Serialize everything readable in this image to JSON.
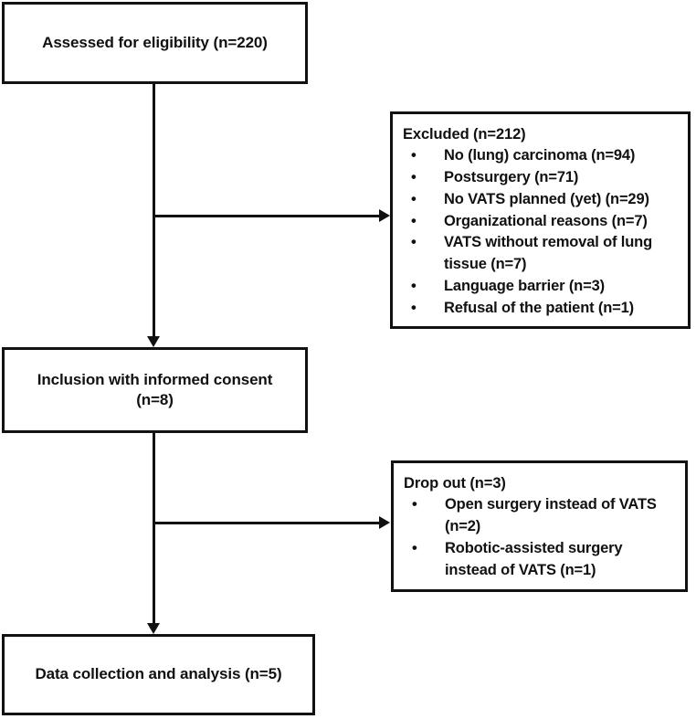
{
  "diagram": {
    "type": "consort-flow-diagram",
    "nodes": {
      "eligibility": {
        "label": "Assessed for eligibility (n=220)",
        "n": 220
      },
      "excluded": {
        "title": "Excluded (n=212)",
        "n": 212,
        "reasons": [
          {
            "label": "No (lung) carcinoma (n=94)",
            "n": 94
          },
          {
            "label": "Postsurgery (n=71)",
            "n": 71
          },
          {
            "label": "No VATS planned (yet) (n=29)",
            "n": 29
          },
          {
            "label": "Organizational reasons (n=7)",
            "n": 7
          },
          {
            "label": "VATS without removal of lung tissue (n=7)",
            "n": 7
          },
          {
            "label": "Language barrier (n=3)",
            "n": 3
          },
          {
            "label": "Refusal of the patient (n=1)",
            "n": 1
          }
        ]
      },
      "inclusion": {
        "line1": "Inclusion with informed consent",
        "line2": "(n=8)",
        "n": 8
      },
      "dropout": {
        "title": "Drop out (n=3)",
        "n": 3,
        "reasons": [
          {
            "label": "Open surgery instead of VATS (n=2)",
            "n": 2
          },
          {
            "label": "Robotic-assisted surgery instead of VATS (n=1)",
            "n": 1
          }
        ]
      },
      "analysis": {
        "label": "Data collection and analysis (n=5)",
        "n": 5
      }
    },
    "bullet_glyph": "•",
    "colors": {
      "stroke": "#111111",
      "background": "#ffffff",
      "text": "#111111"
    }
  }
}
